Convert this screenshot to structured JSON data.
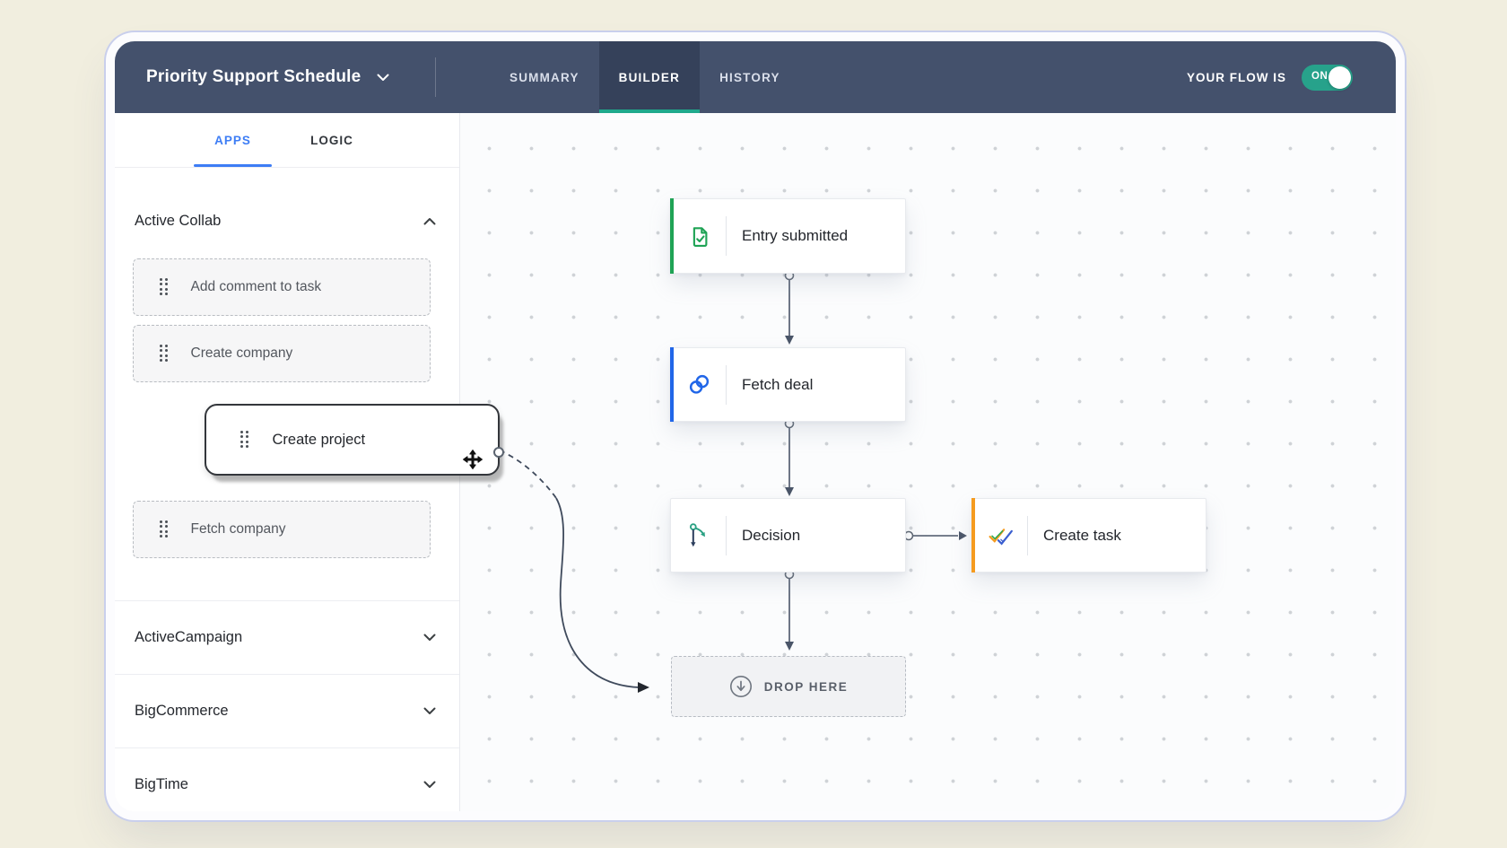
{
  "header": {
    "title": "Priority Support Schedule",
    "tabs": [
      {
        "label": "SUMMARY",
        "active": false
      },
      {
        "label": "BUILDER",
        "active": true
      },
      {
        "label": "HISTORY",
        "active": false
      }
    ],
    "flow_status": {
      "label": "YOUR FLOW IS",
      "toggle_state": "ON"
    }
  },
  "sidebar": {
    "tabs": [
      {
        "label": "APPS",
        "active": true
      },
      {
        "label": "LOGIC",
        "active": false
      }
    ],
    "app_sections": [
      {
        "name": "Active Collab",
        "expanded": true,
        "actions": [
          "Add comment to task",
          "Create company",
          "Create project",
          "Fetch company"
        ]
      },
      {
        "name": "ActiveCampaign",
        "expanded": false
      },
      {
        "name": "BigCommerce",
        "expanded": false
      },
      {
        "name": "BigTime",
        "expanded": false
      }
    ],
    "dragging_action": "Create project"
  },
  "canvas": {
    "nodes": [
      {
        "label": "Entry submitted",
        "icon": "form-check-icon",
        "accent_color": "#1fa355"
      },
      {
        "label": "Fetch deal",
        "icon": "crm-rings-icon",
        "accent_color": "#2166e8"
      },
      {
        "label": "Decision",
        "icon": "branch-icon",
        "accent_color": ""
      },
      {
        "label": "Create task",
        "icon": "double-check-icon",
        "accent_color": "#f59b1f"
      }
    ],
    "drop_zone_label": "DROP HERE"
  },
  "colors": {
    "page_bg": "#f1eedf",
    "header_bg": "#44516c",
    "active_tab_bg": "#35415a",
    "tab_underline": "#1fa98c",
    "toggle_on": "#27a28b",
    "apps_tab_accent": "#3d7df5"
  }
}
